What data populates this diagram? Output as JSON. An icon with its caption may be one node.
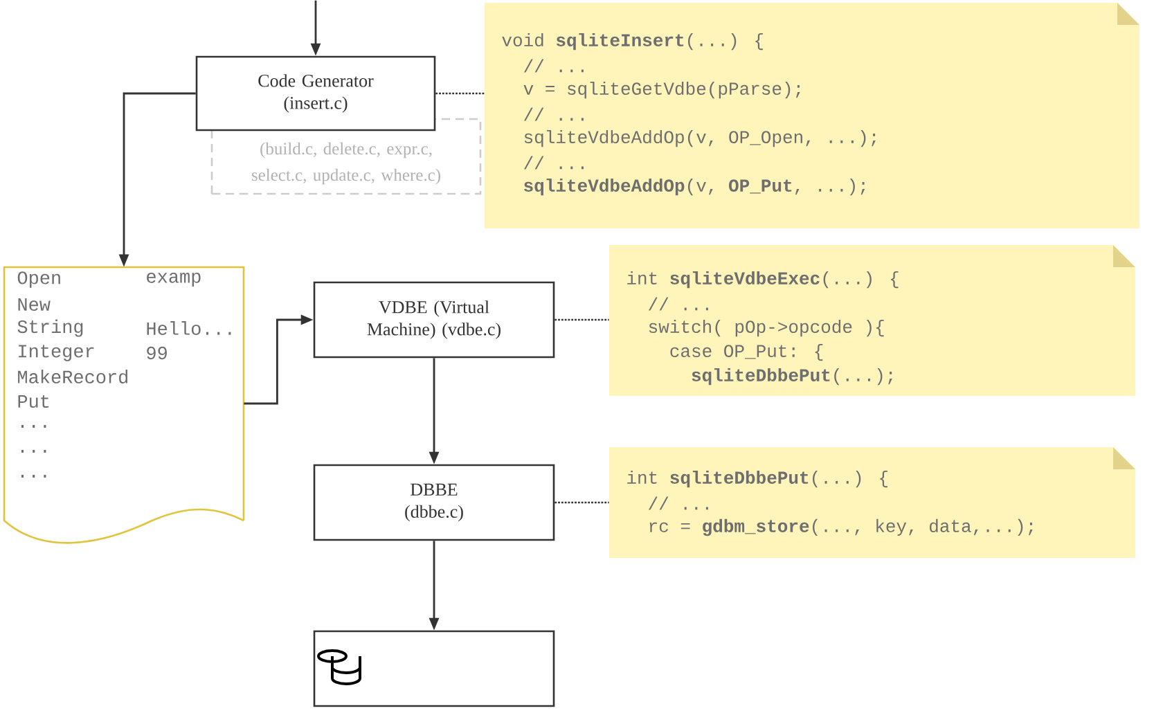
{
  "diagram": {
    "nodes": [
      {
        "text": [
          "Code Generator (insert.c)"
        ]
      },
      {
        "text": [
          "(build.c, delete.c, expr.c, select.c, update.c, where.c)"
        ]
      },
      {
        "text": [
          "void **sqliteInsert**(...) {",
          "// ...",
          "v = sqliteGetVdbe(pParse);",
          "// ...",
          "sqliteVdbeAddOp(v, OP_Open, ...);",
          "// ...",
          "**sqliteVdbeAddOp**(v, **OP_Put**, ...);"
        ]
      },
      {
        "text": [
          "Open",
          "examp",
          "New",
          "String",
          "Hello...",
          "Integer",
          "99",
          "MakeRecord",
          "Put",
          "...",
          "...",
          "..."
        ]
      },
      {
        "text": [
          "VDBE (Virtual Machine) (vdbe.c)"
        ]
      },
      {
        "text": [
          "int **sqliteVdbeExec**(...) {",
          "// ...",
          "switch( pOp->opcode ){",
          "case OP_Put: {",
          "**sqliteDbbePut**(...);"
        ]
      },
      {
        "text": [
          "DBBE (dbbe.c)"
        ]
      },
      {
        "text": [
          "int **sqliteDbbePut**(...) {",
          "// ...",
          "rc = **gdbm_store**(..., key, data,...);"
        ]
      },
      {
        "text": [],
        "shape": "box"
      }
    ],
    "edges": [
      {
        "from": null,
        "to": 0,
        "arrow": "to"
      },
      {
        "from": 0,
        "to": 3,
        "arrow": "to"
      },
      {
        "from": 3,
        "to": 4,
        "arrow": "to"
      },
      {
        "from": 4,
        "to": 6,
        "arrow": "to"
      },
      {
        "from": 6,
        "to": 8,
        "arrow": "to"
      },
      {
        "from": 0,
        "to": 2,
        "arrow": "none",
        "style": "dashed"
      },
      {
        "from": 4,
        "to": 5,
        "arrow": "none",
        "style": "dashed"
      },
      {
        "from": 6,
        "to": 7,
        "arrow": "none",
        "style": "dashed"
      }
    ]
  }
}
